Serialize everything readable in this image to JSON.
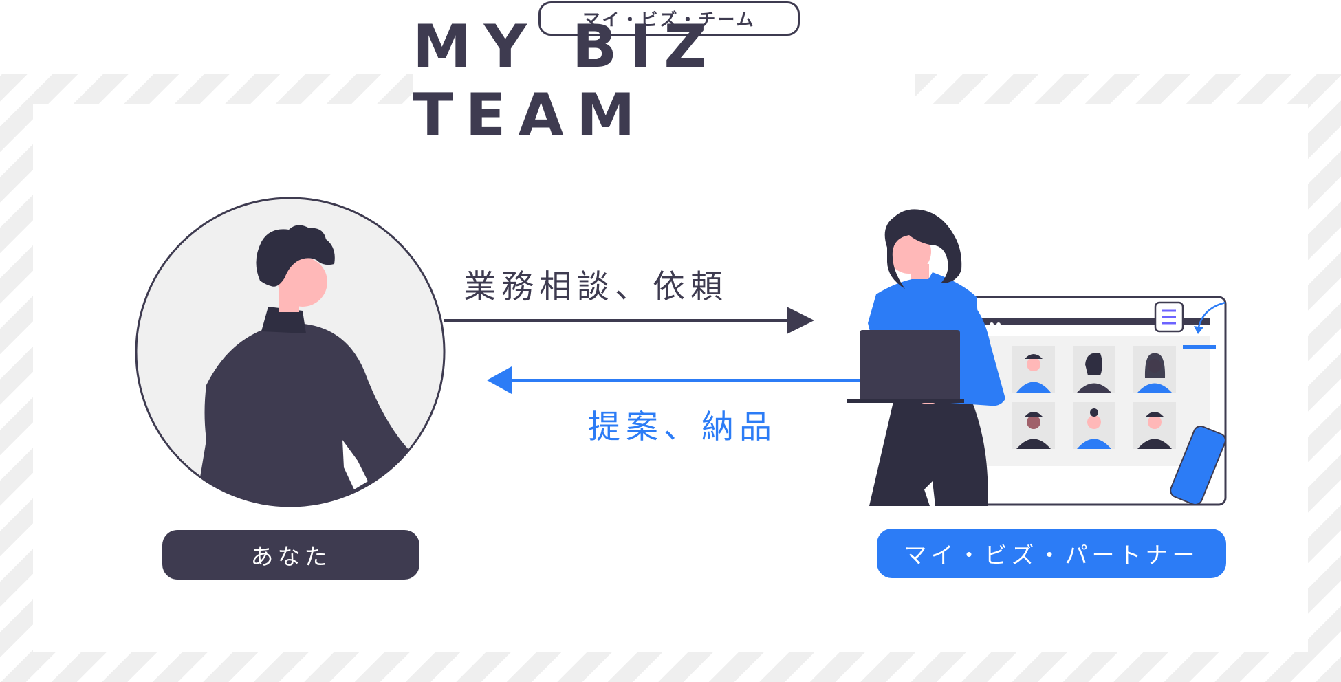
{
  "header": {
    "kana_title": "マイ・ビズ・チーム",
    "main_title": "MY BIZ TEAM"
  },
  "flow": {
    "request_label": "業務相談、依頼",
    "proposal_label": "提案、納品"
  },
  "roles": {
    "you_label": "あなた",
    "partner_label": "マイ・ビズ・パートナー"
  },
  "colors": {
    "dark": "#3e3b50",
    "accent": "#2c7cf6",
    "stripe": "#efefef",
    "skin": "#ffb8b8"
  },
  "icons": {
    "you": "person-silhouette-icon",
    "partner": "woman-with-laptop-icon",
    "screen": "video-call-grid-icon",
    "document": "document-icon",
    "phone": "phone-icon"
  }
}
